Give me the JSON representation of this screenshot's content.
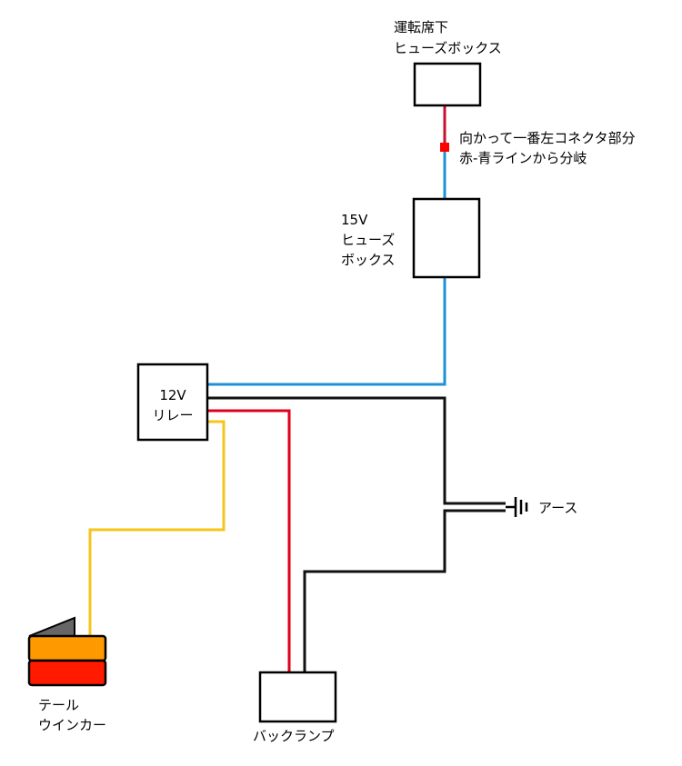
{
  "labels": {
    "driver_fuse_line1": "運転席下",
    "driver_fuse_line2": "ヒューズボックス",
    "tap_note_line1": "向かって一番左コネクタ部分",
    "tap_note_line2": "赤-青ラインから分岐",
    "fuse15_line1": "15V",
    "fuse15_line2": "ヒューズ",
    "fuse15_line3": "ボックス",
    "relay_line1": "12V",
    "relay_line2": "リレー",
    "ground": "アース",
    "tail_line1": "テール",
    "tail_line2": "ウインカー",
    "back_lamp": "バックランプ"
  },
  "colors": {
    "wire_red_blue_tap": "#c8102e",
    "wire_blue": "#1e90d6",
    "wire_black": "#111111",
    "wire_red": "#e0001b",
    "wire_yellow": "#f5c518",
    "tap_marker": "#ff0000",
    "lamp_orange": "#ff9900",
    "lamp_red": "#ff1a00",
    "lamp_cover": "#666666",
    "box_stroke": "#000000"
  }
}
